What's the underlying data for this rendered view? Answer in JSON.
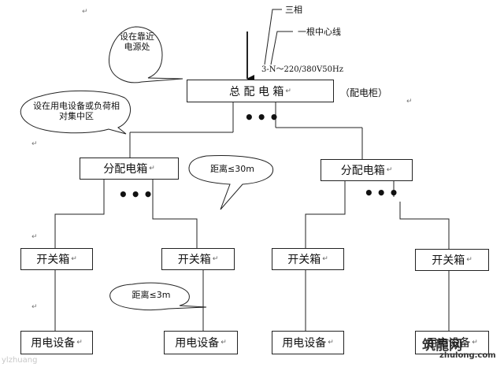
{
  "supply": {
    "phase_label": "三相",
    "neutral_label": "一根中心线",
    "voltage_label": "3-N～220/380V50Hz"
  },
  "main_box": {
    "label": "总 配 电 箱",
    "side_label": "（配电柜）"
  },
  "distribution_boxes": [
    {
      "label": "分配电箱"
    },
    {
      "label": "分配电箱"
    }
  ],
  "switch_boxes": [
    {
      "label": "开关箱"
    },
    {
      "label": "开关箱"
    },
    {
      "label": "开关箱"
    },
    {
      "label": "开关箱"
    }
  ],
  "equipment": [
    {
      "label": "用电设备"
    },
    {
      "label": "用电设备"
    },
    {
      "label": "用电设备"
    },
    {
      "label": "用电设备"
    }
  ],
  "ellipsis": "•••",
  "paragraph_mark": "↵",
  "callouts": {
    "near_source": "设在靠近电源处",
    "load_center": "设在用电设备或负荷相对集中区",
    "distance_30": "距离≤30m",
    "distance_3": "距离≤3m"
  },
  "watermark": {
    "brand": "筑龍网",
    "url": "zhulong.com",
    "corner": "ylzhuang"
  }
}
